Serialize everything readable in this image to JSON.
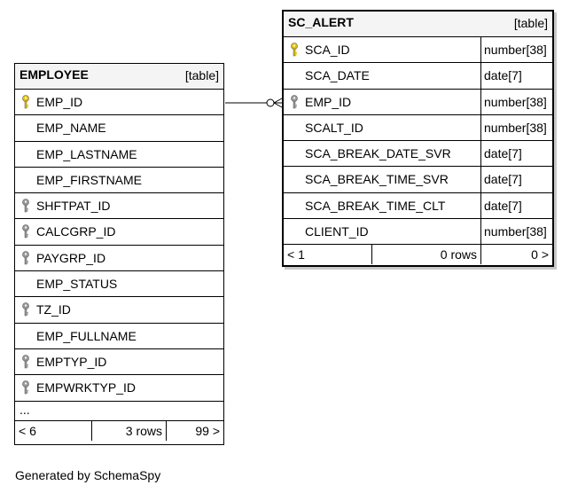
{
  "employee": {
    "name": "EMPLOYEE",
    "kind": "[table]",
    "columns": [
      {
        "name": "EMP_ID",
        "key": "primary"
      },
      {
        "name": "EMP_NAME",
        "key": ""
      },
      {
        "name": "EMP_LASTNAME",
        "key": ""
      },
      {
        "name": "EMP_FIRSTNAME",
        "key": ""
      },
      {
        "name": "SHFTPAT_ID",
        "key": "foreign"
      },
      {
        "name": "CALCGRP_ID",
        "key": "foreign"
      },
      {
        "name": "PAYGRP_ID",
        "key": "foreign"
      },
      {
        "name": "EMP_STATUS",
        "key": ""
      },
      {
        "name": "TZ_ID",
        "key": "foreign"
      },
      {
        "name": "EMP_FULLNAME",
        "key": ""
      },
      {
        "name": "EMPTYP_ID",
        "key": "foreign"
      },
      {
        "name": "EMPWRKTYP_ID",
        "key": "foreign"
      }
    ],
    "more": "...",
    "footer": {
      "parents": "< 6",
      "rows": "3 rows",
      "children": "99 >"
    }
  },
  "sc_alert": {
    "name": "SC_ALERT",
    "kind": "[table]",
    "columns": [
      {
        "name": "SCA_ID",
        "type": "number[38]",
        "key": "primary"
      },
      {
        "name": "SCA_DATE",
        "type": "date[7]",
        "key": ""
      },
      {
        "name": "EMP_ID",
        "type": "number[38]",
        "key": "foreign"
      },
      {
        "name": "SCALT_ID",
        "type": "number[38]",
        "key": ""
      },
      {
        "name": "SCA_BREAK_DATE_SVR",
        "type": "date[7]",
        "key": ""
      },
      {
        "name": "SCA_BREAK_TIME_SVR",
        "type": "date[7]",
        "key": ""
      },
      {
        "name": "SCA_BREAK_TIME_CLT",
        "type": "date[7]",
        "key": ""
      },
      {
        "name": "CLIENT_ID",
        "type": "number[38]",
        "key": ""
      }
    ],
    "footer": {
      "parents": "< 1",
      "rows": "0 rows",
      "children": "0 >"
    }
  },
  "caption": "Generated by SchemaSpy",
  "colors": {
    "primary_key": "#e6c200",
    "foreign_key": "#9a9a9a",
    "header_bg": "#f4f4f4",
    "shadow": "#c8c8c8"
  }
}
